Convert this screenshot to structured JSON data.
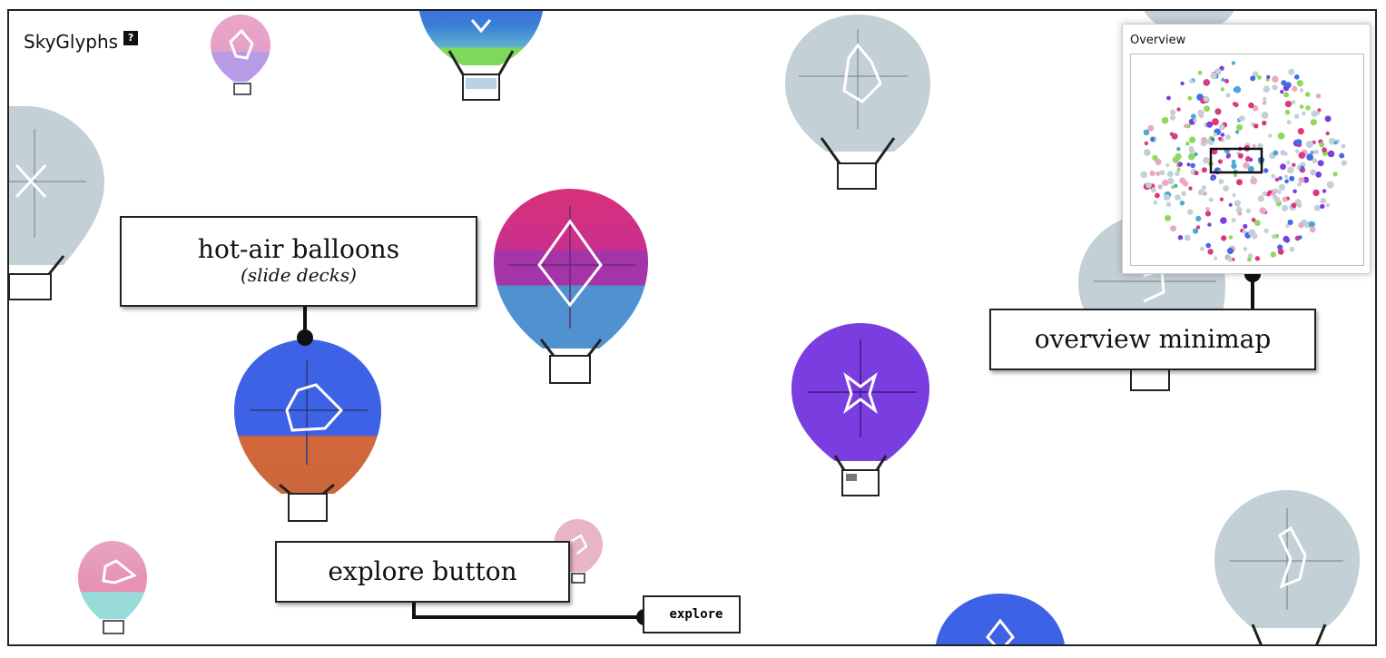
{
  "app": {
    "title": "SkyGlyphs",
    "help_symbol": "?"
  },
  "annotations": {
    "balloons_main": "hot-air balloons",
    "balloons_sub": "(slide decks)",
    "explore": "explore button",
    "overview": "overview minimap"
  },
  "overview": {
    "title": "Overview"
  },
  "explore_button": {
    "label": "explore"
  },
  "colors": {
    "gray": "#c3d0d6",
    "pink_light": "#e8a9c4",
    "blue": "#3f6ee6",
    "magenta": "#d63c84",
    "purple": "#7a3de0",
    "teal": "#8fd6d4",
    "orange": "#d46a3c",
    "green": "#8ed95a"
  }
}
